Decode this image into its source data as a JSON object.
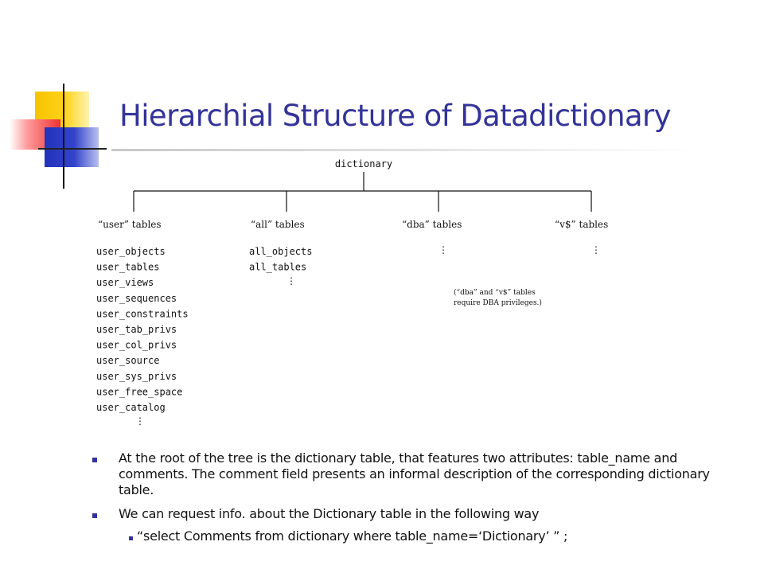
{
  "slide": {
    "title": "Hierarchial Structure of Datadictionary"
  },
  "tree": {
    "root": "dictionary",
    "branches": [
      {
        "label": "“user” tables",
        "items": [
          "user_objects",
          "user_tables",
          "user_views",
          "user_sequences",
          "user_constraints",
          "user_tab_privs",
          "user_col_privs",
          "user_source",
          "user_sys_privs",
          "user_free_space",
          "user_catalog"
        ],
        "continuation": "⋮"
      },
      {
        "label": "“all” tables",
        "items": [
          "all_objects",
          "all_tables"
        ],
        "continuation": "⋮"
      },
      {
        "label": "“dba” tables",
        "items": [],
        "continuation": "⋮"
      },
      {
        "label": "“v$” tables",
        "items": [],
        "continuation": "⋮"
      }
    ],
    "note": [
      "(“dba” and “v$” tables",
      "require DBA privileges.)"
    ]
  },
  "bullets": [
    "At the root of the tree is the dictionary table, that features two attributes: table_name and comments. The comment field presents an informal description of the corresponding dictionary table.",
    "We can request info. about the Dictionary table in the following way"
  ],
  "sub_bullet": "“select Comments from dictionary where table_name=‘Dictionary’ ” ;"
}
